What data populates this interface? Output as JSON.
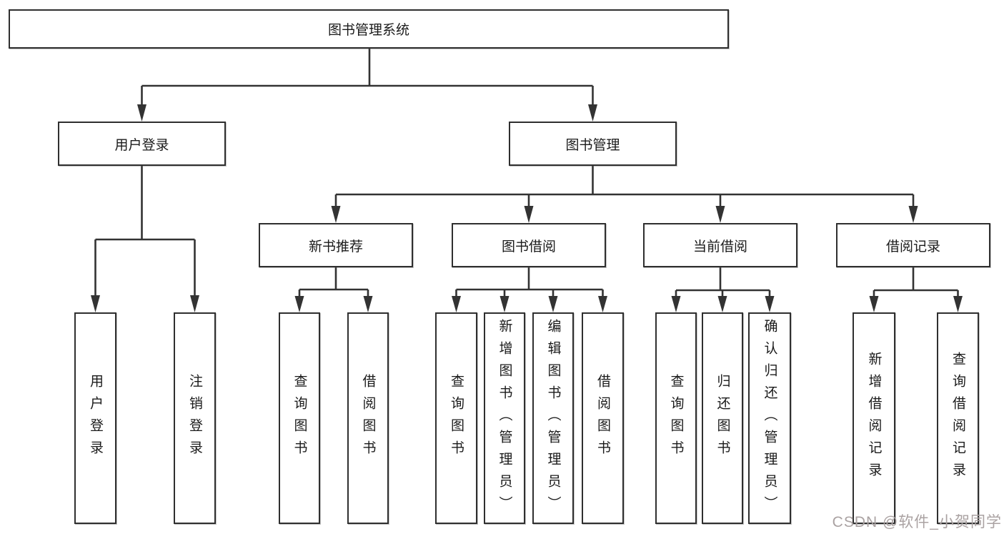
{
  "diagram": {
    "type": "hierarchy-tree",
    "title": "图书管理系统"
  },
  "nodes": {
    "root": {
      "label": "图书管理系统"
    },
    "user_login": {
      "label": "用户登录"
    },
    "book_mgmt": {
      "label": "图书管理"
    },
    "new_book_rec": {
      "label": "新书推荐"
    },
    "book_borrow": {
      "label": "图书借阅"
    },
    "current_borrow": {
      "label": "当前借阅"
    },
    "borrow_records": {
      "label": "借阅记录"
    },
    "ul_login": {
      "label": "用户登录"
    },
    "ul_logout": {
      "label": "注销登录"
    },
    "nb_query": {
      "label": "查询图书"
    },
    "nb_borrow": {
      "label": "借阅图书"
    },
    "bb_query": {
      "label": "查询图书"
    },
    "bb_add": {
      "label": "新增图书（管理员）"
    },
    "bb_edit": {
      "label": "编辑图书（管理员）"
    },
    "bb_borrow": {
      "label": "借阅图书"
    },
    "cb_query": {
      "label": "查询图书"
    },
    "cb_return": {
      "label": "归还图书"
    },
    "cb_confirm": {
      "label": "确认归还（管理员）"
    },
    "br_add": {
      "label": "新增借阅记录"
    },
    "br_query": {
      "label": "查询借阅记录"
    }
  },
  "edges": [
    {
      "from": "图书管理系统",
      "to": "用户登录"
    },
    {
      "from": "图书管理系统",
      "to": "图书管理"
    },
    {
      "from": "用户登录",
      "to": "用户登录"
    },
    {
      "from": "用户登录",
      "to": "注销登录"
    },
    {
      "from": "图书管理",
      "to": "新书推荐"
    },
    {
      "from": "图书管理",
      "to": "图书借阅"
    },
    {
      "from": "图书管理",
      "to": "当前借阅"
    },
    {
      "from": "图书管理",
      "to": "借阅记录"
    },
    {
      "from": "新书推荐",
      "to": "查询图书"
    },
    {
      "from": "新书推荐",
      "to": "借阅图书"
    },
    {
      "from": "图书借阅",
      "to": "查询图书"
    },
    {
      "from": "图书借阅",
      "to": "新增图书（管理员）"
    },
    {
      "from": "图书借阅",
      "to": "编辑图书（管理员）"
    },
    {
      "from": "图书借阅",
      "to": "借阅图书"
    },
    {
      "from": "当前借阅",
      "to": "查询图书"
    },
    {
      "from": "当前借阅",
      "to": "归还图书"
    },
    {
      "from": "当前借阅",
      "to": "确认归还（管理员）"
    },
    {
      "from": "借阅记录",
      "to": "新增借阅记录"
    },
    {
      "from": "借阅记录",
      "to": "查询借阅记录"
    }
  ],
  "colors": {
    "line": "#333333",
    "box_border": "#2f2f2f",
    "box_fill": "#ffffff",
    "text": "#1a1a1a",
    "watermark": "#aaa2a2"
  },
  "watermark": {
    "text": "CSDN @软件_小贺同学"
  }
}
